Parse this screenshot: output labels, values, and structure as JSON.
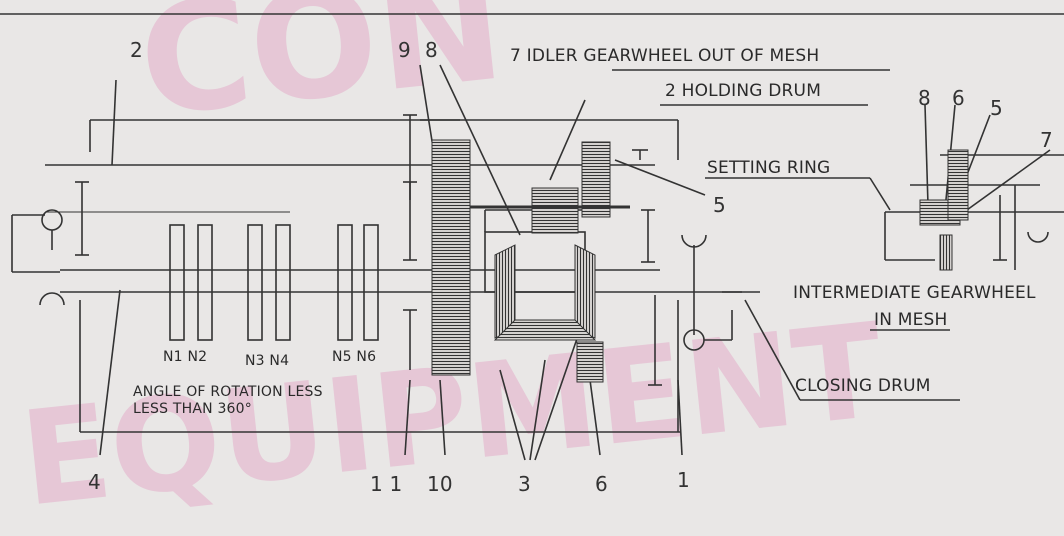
{
  "watermark": [
    "CON",
    "EQUIPMENT"
  ],
  "labels": {
    "idler": "7  IDLER GEARWHEEL OUT OF MESH",
    "holding": "2  HOLDING DRUM",
    "setting": "SETTING RING",
    "intermediate_1": "INTERMEDIATE GEARWHEEL",
    "intermediate_2": "IN MESH",
    "closing": "CLOSING DRUM",
    "angle_1": "ANGLE OF ROTATION LESS",
    "angle_2": "LESS THAN 360°"
  },
  "nodes": {
    "n1": "N1",
    "n2": "N2",
    "n3n4": "N3 N4",
    "n5n6": "N5 N6"
  },
  "numbers": {
    "n2": "2",
    "n9": "9",
    "n8": "8",
    "n5": "5",
    "n4": "4",
    "n11": "1 1",
    "n10": "10",
    "n3": "3",
    "n6": "6",
    "n1": "1",
    "r8": "8",
    "r6": "6",
    "r5": "5",
    "r7": "7"
  }
}
